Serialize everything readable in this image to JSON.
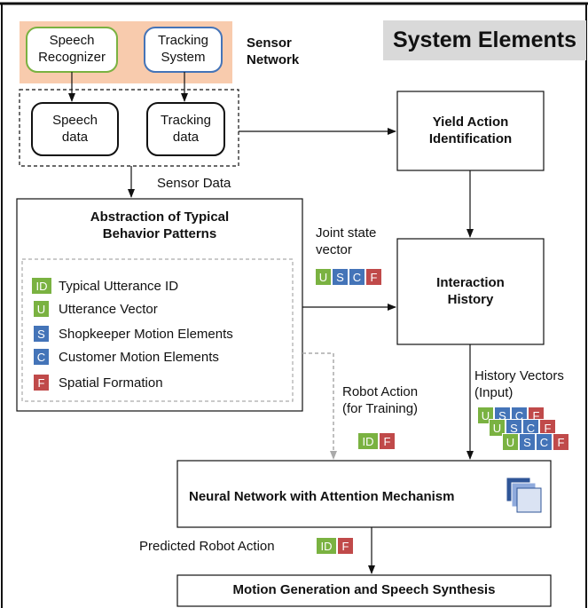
{
  "title": "System Elements",
  "sensor_network": {
    "label": "Sensor\nNetwork",
    "speech_recognizer": "Speech\nRecognizer",
    "tracking_system": "Tracking\nSystem",
    "speech_data": "Speech\ndata",
    "tracking_data": "Tracking\ndata"
  },
  "sensor_data_label": "Sensor Data",
  "yield_action": "Yield Action\nIdentification",
  "abstraction": {
    "title": "Abstraction of Typical\nBehavior Patterns",
    "legend": [
      {
        "tag": "ID",
        "text": "Typical Utterance ID"
      },
      {
        "tag": "U",
        "text": "Utterance Vector"
      },
      {
        "tag": "S",
        "text": "Shopkeeper Motion Elements"
      },
      {
        "tag": "C",
        "text": "Customer Motion Elements"
      },
      {
        "tag": "F",
        "text": "Spatial Formation"
      }
    ]
  },
  "joint_state_label": "Joint state\nvector",
  "joint_state_tags": [
    "U",
    "S",
    "C",
    "F"
  ],
  "interaction_history": "Interaction\nHistory",
  "history_vectors_label": "History Vectors\n(Input)",
  "robot_action_label": "Robot Action\n(for Training)",
  "robot_action_tags": [
    "ID",
    "F"
  ],
  "neural_network": "Neural Network with Attention Mechanism",
  "predicted_label": "Predicted Robot Action",
  "predicted_tags": [
    "ID",
    "F"
  ],
  "motion_generation": "Motion Generation and Speech Synthesis",
  "colors": {
    "green": "#7ab241",
    "blue": "#4474b8",
    "red": "#c04a4a",
    "sensor_bg": "#f8cbad",
    "title_bg": "#d9d9d9"
  },
  "icons": [
    "stacked-layers-icon"
  ]
}
